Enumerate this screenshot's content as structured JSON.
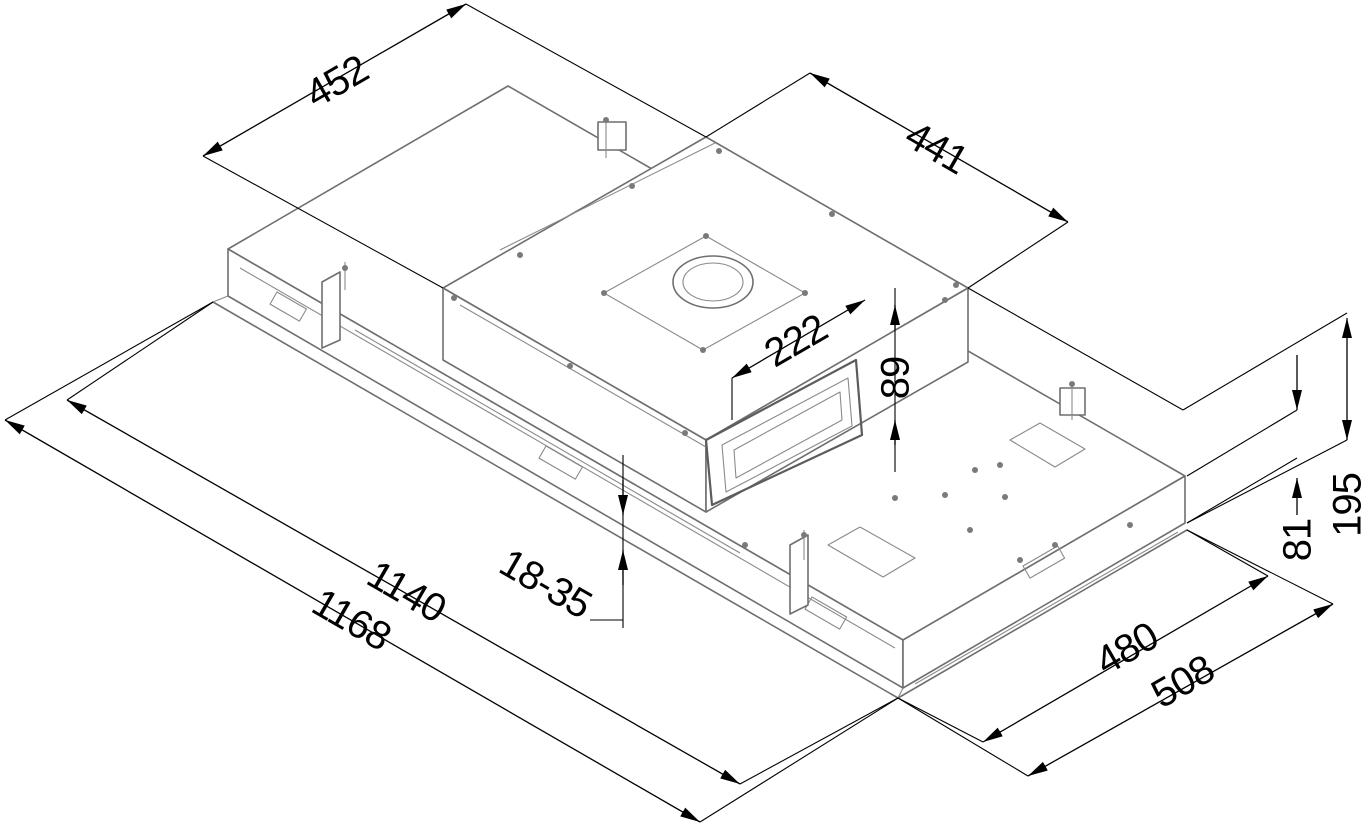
{
  "dimensions": {
    "top_depth": "452",
    "motor_length": "441",
    "duct_width": "222",
    "duct_height": "89",
    "adjust_range": "18-35",
    "inner_length": "1140",
    "outer_length": "1168",
    "inner_depth": "480",
    "outer_depth": "508",
    "lower_height": "81",
    "total_height": "195"
  },
  "colors": {
    "product_outline": "#6f6f6f",
    "dimension_line": "#000000",
    "background": "#ffffff"
  }
}
